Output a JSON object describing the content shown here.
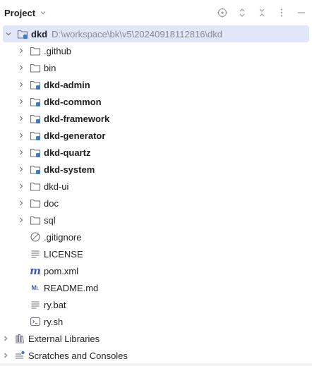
{
  "header": {
    "title": "Project",
    "icons": [
      "chevron-down-icon",
      "locate-icon",
      "expand-all-icon",
      "collapse-all-icon",
      "more-icon",
      "hide-icon"
    ]
  },
  "root": {
    "name": "dkd",
    "path": "D:\\workspace\\bk\\v5\\20240918112816\\dkd"
  },
  "children": [
    {
      "label": ".github",
      "kind": "folder"
    },
    {
      "label": "bin",
      "kind": "folder"
    },
    {
      "label": "dkd-admin",
      "kind": "module"
    },
    {
      "label": "dkd-common",
      "kind": "module"
    },
    {
      "label": "dkd-framework",
      "kind": "module"
    },
    {
      "label": "dkd-generator",
      "kind": "module"
    },
    {
      "label": "dkd-quartz",
      "kind": "module"
    },
    {
      "label": "dkd-system",
      "kind": "module"
    },
    {
      "label": "dkd-ui",
      "kind": "folder"
    },
    {
      "label": "doc",
      "kind": "folder"
    },
    {
      "label": "sql",
      "kind": "folder"
    },
    {
      "label": ".gitignore",
      "kind": "ignore-file"
    },
    {
      "label": "LICENSE",
      "kind": "text-file"
    },
    {
      "label": "pom.xml",
      "kind": "maven-file"
    },
    {
      "label": "README.md",
      "kind": "markdown-file"
    },
    {
      "label": "ry.bat",
      "kind": "text-file"
    },
    {
      "label": "ry.sh",
      "kind": "shell-file"
    }
  ],
  "bottom_items": [
    {
      "label": "External Libraries",
      "kind": "libraries"
    },
    {
      "label": "Scratches and Consoles",
      "kind": "scratches"
    }
  ],
  "colors": {
    "selection": "#dfe7f8",
    "path_text": "#8a8a8a",
    "module_badge": "#3a7bd5",
    "icon_stroke": "#6c707e"
  }
}
